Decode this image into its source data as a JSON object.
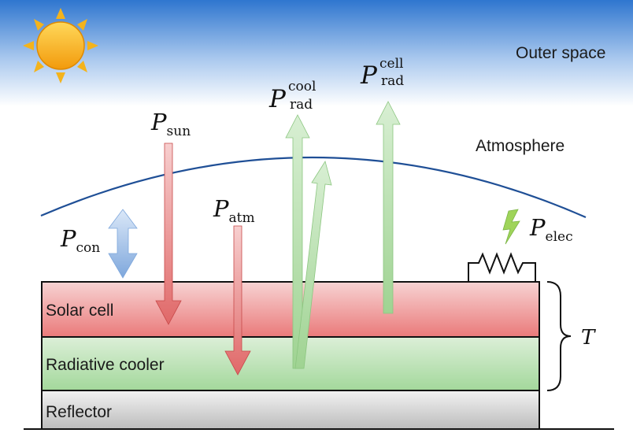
{
  "regions": {
    "outer_space": "Outer space",
    "atmosphere": "Atmosphere"
  },
  "layers": {
    "solar_cell": "Solar cell",
    "radiative_cooler": "Radiative cooler",
    "reflector": "Reflector"
  },
  "powers": {
    "sun": {
      "symbol": "P",
      "subscript": "sun"
    },
    "atm": {
      "symbol": "P",
      "subscript": "atm"
    },
    "con": {
      "symbol": "P",
      "subscript": "con"
    },
    "rad_cool": {
      "symbol": "P",
      "subscript": "rad",
      "superscript": "cool"
    },
    "rad_cell": {
      "symbol": "P",
      "subscript": "rad",
      "superscript": "cell"
    },
    "elec": {
      "symbol": "P",
      "subscript": "elec"
    }
  },
  "temperature": "T",
  "colors": {
    "sky_top": "#2f76cf",
    "atmosphere_line": "#1f4f96",
    "solar_cell_top": "#f7d3d3",
    "solar_cell_bottom": "#ea7a7a",
    "cooler_top": "#dcefd8",
    "cooler_bottom": "#a3d89b",
    "reflector_top": "#f1f1f1",
    "reflector_bottom": "#bdbdbd",
    "sun_fill": "#f7b21a",
    "sun_rays": "#f4b31c"
  }
}
